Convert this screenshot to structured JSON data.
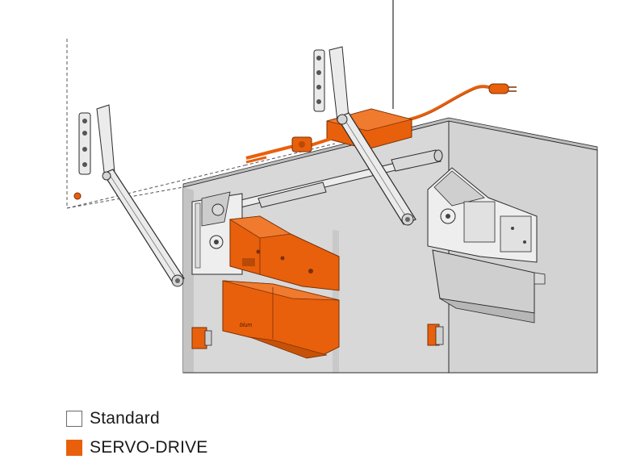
{
  "colors": {
    "servo_orange": "#e8600c",
    "servo_orange_dark": "#b84a08",
    "cabinet_gray": "#d3d3d3",
    "cabinet_gray_dark": "#bdbdbd",
    "metal": "#e9e9e9",
    "line": "#2b2b2b"
  },
  "legend": {
    "items": [
      {
        "label": "Standard",
        "swatch": "white-square"
      },
      {
        "label": "SERVO-DRIVE",
        "swatch": "orange-square"
      }
    ]
  },
  "diagram": {
    "brand_mark": "blum"
  }
}
